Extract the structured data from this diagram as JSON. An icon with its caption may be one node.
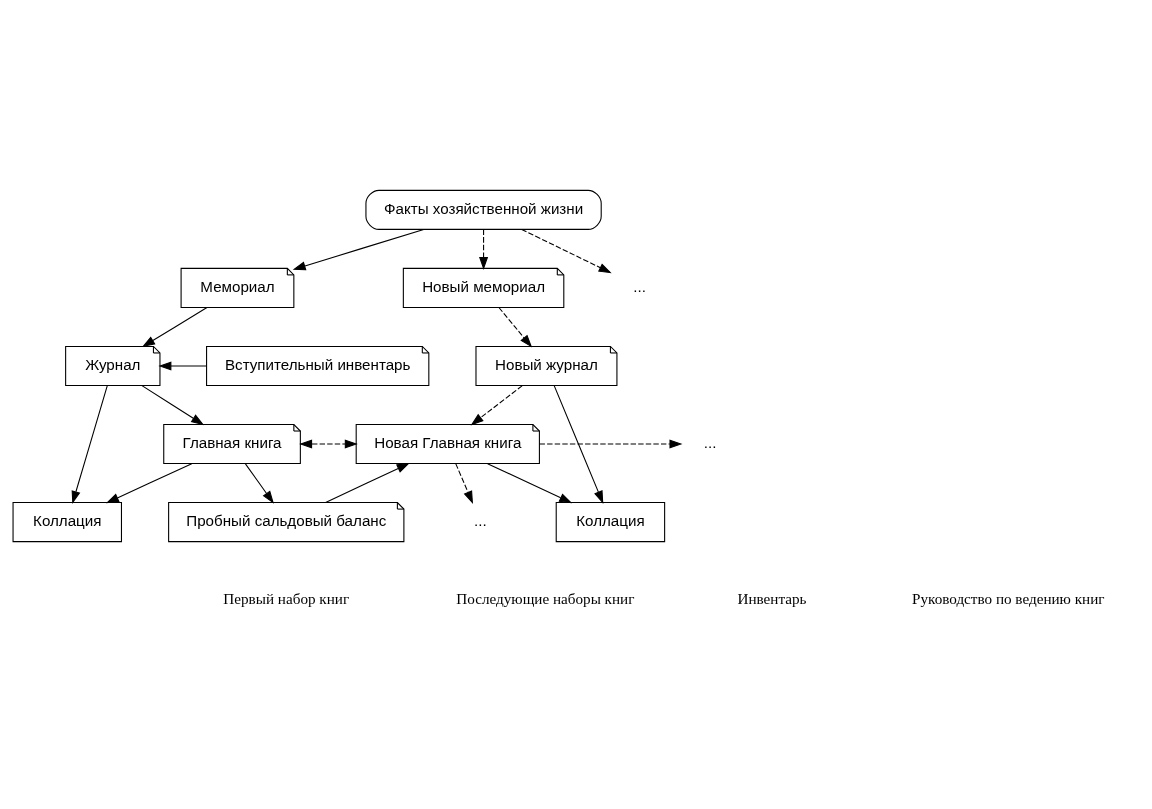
{
  "diagram": {
    "nodes": [
      {
        "text": [
          "Факты хозяйственной жизни"
        ]
      },
      {
        "text": [
          "Мемориал"
        ]
      },
      {
        "text": [
          "Новый мемориал"
        ]
      },
      {
        "text": [
          "..."
        ]
      },
      {
        "text": [
          "Вступительный инвентарь"
        ]
      },
      {
        "text": [
          "Журнал"
        ]
      },
      {
        "text": [
          "Новый журнал"
        ]
      },
      {
        "text": [
          "Коллация"
        ]
      },
      {
        "text": [
          "Коллация"
        ]
      },
      {
        "text": [
          "Главная книга"
        ]
      },
      {
        "text": [
          "Новая Главная книга"
        ]
      },
      {
        "text": [
          "..."
        ]
      },
      {
        "text": [
          "Пробный сальдовый баланс"
        ]
      },
      {
        "text": [
          "..."
        ]
      }
    ],
    "edges": [
      {
        "from": 0,
        "to": 1,
        "arrow": "to"
      },
      {
        "from": 0,
        "to": 2,
        "arrow": "to",
        "style": "dashed"
      },
      {
        "from": 0,
        "to": 3,
        "arrow": "to",
        "style": "dashed"
      },
      {
        "from": 1,
        "to": 5,
        "arrow": "to"
      },
      {
        "from": 4,
        "to": 5,
        "arrow": "to"
      },
      {
        "from": 5,
        "to": 7,
        "arrow": "to"
      },
      {
        "from": 5,
        "to": 9,
        "arrow": "to"
      },
      {
        "from": 9,
        "to": 7,
        "arrow": "to"
      },
      {
        "from": 9,
        "to": 10,
        "arrow": "both",
        "style": "dashed"
      },
      {
        "from": 9,
        "to": 12,
        "arrow": "to"
      },
      {
        "from": 12,
        "to": 10,
        "arrow": "to"
      },
      {
        "from": 2,
        "to": 6,
        "arrow": "to",
        "style": "dashed"
      },
      {
        "from": 6,
        "to": 10,
        "arrow": "to",
        "style": "dashed"
      },
      {
        "from": 6,
        "to": 8,
        "arrow": "to"
      },
      {
        "from": 10,
        "to": 8,
        "arrow": "to"
      },
      {
        "from": 10,
        "to": 11,
        "arrow": "to",
        "style": "dashed"
      },
      {
        "from": 10,
        "to": 13,
        "arrow": "to",
        "style": "dashed"
      }
    ],
    "labels": [
      "Первый набор книг",
      "Последующие наборы книг",
      "Инвентарь",
      "Руководство по ведению книг"
    ]
  }
}
